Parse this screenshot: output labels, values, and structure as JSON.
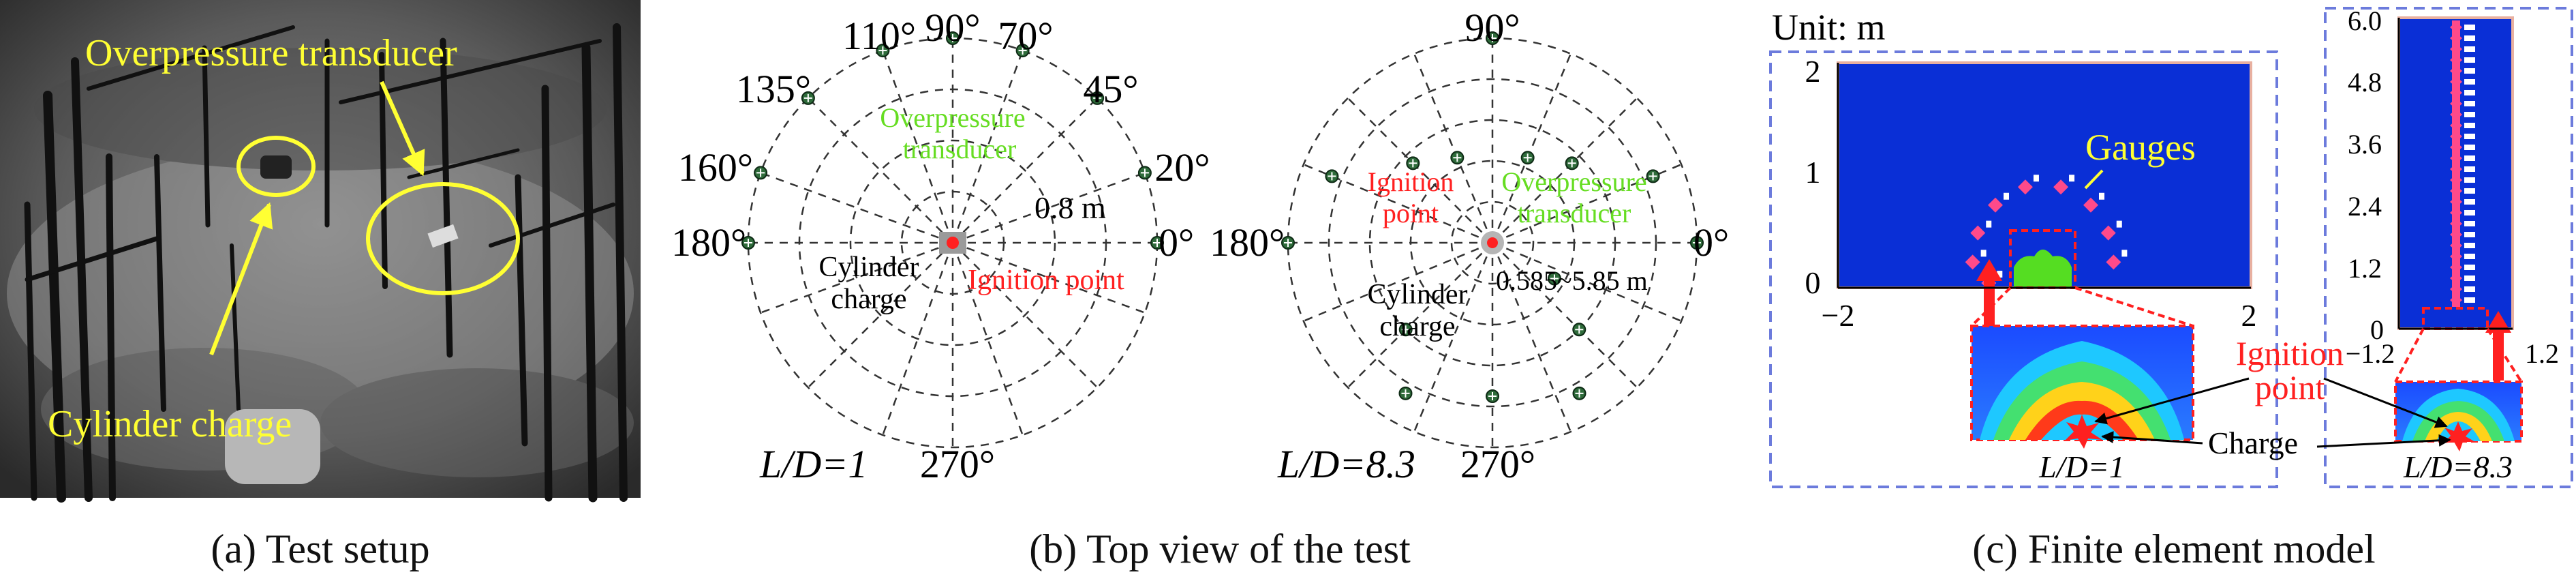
{
  "panel_a": {
    "caption": "(a) Test setup",
    "label_transducer": "Overpressure transducer",
    "label_charge": "Cylinder charge"
  },
  "panel_b": {
    "caption": "(b) Top view of the test",
    "left": {
      "angles": [
        "90°",
        "110°",
        "70°",
        "135°",
        "45°",
        "160°",
        "20°",
        "180°",
        "0°",
        "270°"
      ],
      "transducer_label_1": "Overpressure",
      "transducer_label_2": "transducer",
      "distance": "0.8 m",
      "charge_label_1": "Cylinder",
      "charge_label_2": "charge",
      "ignition_label": "Ignition point",
      "ld_label": "L/D=1"
    },
    "right": {
      "angles": [
        "90°",
        "180°",
        "0°",
        "270°"
      ],
      "ignition_label_1": "Ignition",
      "ignition_label_2": "point",
      "transducer_label_1": "Overpressure",
      "transducer_label_2": "transducer",
      "distance": "0.585~5.85 m",
      "charge_label_1": "Cylinder",
      "charge_label_2": "charge",
      "ld_label": "L/D=8.3"
    }
  },
  "panel_c": {
    "caption": "(c) Finite element model",
    "unit": "Unit: m",
    "gauges": "Gauges",
    "ignition_1": "Ignition",
    "ignition_2": "point",
    "charge": "Charge",
    "left_model": {
      "y_ticks": [
        "2",
        "1",
        "0"
      ],
      "x_ticks": [
        "−2",
        "2"
      ],
      "ld_label": "L/D=1"
    },
    "right_model": {
      "y_ticks": [
        "6.0",
        "4.8",
        "3.6",
        "2.4",
        "1.2",
        "0"
      ],
      "x_ticks": [
        "−1.2",
        "1.2"
      ],
      "ld_label": "L/D=8.3"
    }
  },
  "colors": {
    "annotation_yellow": "#ffff33",
    "transducer_green": "#66dd22",
    "ignition_red": "#ff2020",
    "marker_green": "#2e6b3a",
    "fe_blue": "#0a2fd6",
    "fe_border": "#6f86f0",
    "gauge_pink": "#ff4a8a",
    "dashed_box_blue": "#6c7bdc"
  }
}
